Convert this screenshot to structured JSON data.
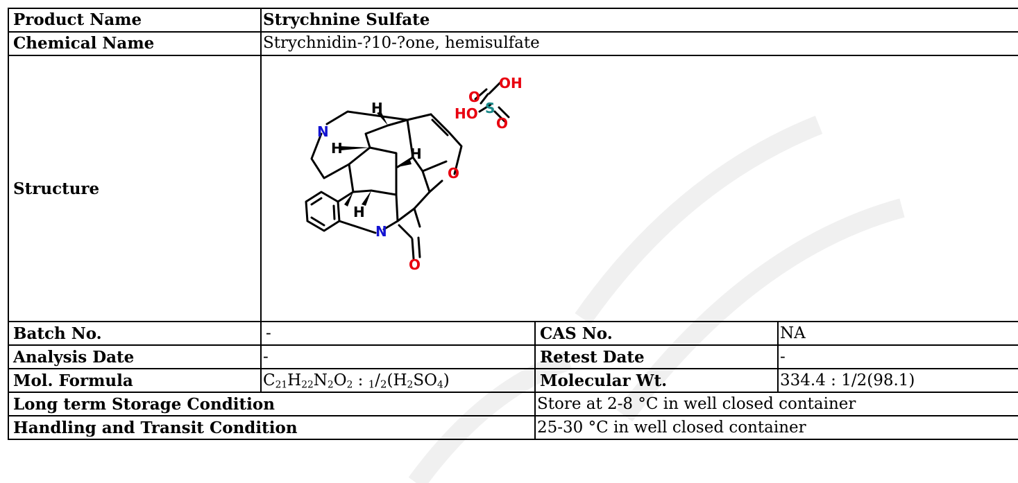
{
  "product_name": {
    "label": "Product Name",
    "value": "Strychnine Sulfate"
  },
  "chemical_name": {
    "label": "Chemical Name",
    "value": "Strychnidin-?10-?one, hemisulfate"
  },
  "structure": {
    "label": "Structure",
    "atoms": {
      "O": "O",
      "OH": "OH",
      "S": "S",
      "HO": "HO",
      "H": "H",
      "N": "N"
    },
    "colors": {
      "oxygen": "#e8000f",
      "nitrogen": "#1414d2",
      "sulfur": "#1b8a8a",
      "bond": "#000000"
    }
  },
  "batch_no": {
    "label": "Batch No.",
    "value": "-"
  },
  "cas_no": {
    "label": "CAS No.",
    "value": "NA"
  },
  "analysis_date": {
    "label": "Analysis Date",
    "value": "-"
  },
  "retest_date": {
    "label": "Retest Date",
    "value": "-"
  },
  "mol_formula": {
    "label": "Mol. Formula",
    "c": "C",
    "c_n": "21",
    "h": "H",
    "h_n": "22",
    "n": "N",
    "n_n": "2",
    "o": "O",
    "o_n": "2",
    "sep": " : ",
    "frac_num": "1",
    "frac_slash": "/",
    "frac_den": "2",
    "open": "(H",
    "h2_n": "2",
    "so": "SO",
    "so_n": "4",
    "close": ")"
  },
  "molecular_wt": {
    "label": "Molecular Wt.",
    "value": "334.4 : 1/2(98.1)"
  },
  "storage": {
    "label": "Long term Storage Condition",
    "value": "Store at 2-8 °C in well closed container"
  },
  "handling": {
    "label": "Handling and Transit Condition",
    "value": "25-30 °C in well closed container"
  }
}
